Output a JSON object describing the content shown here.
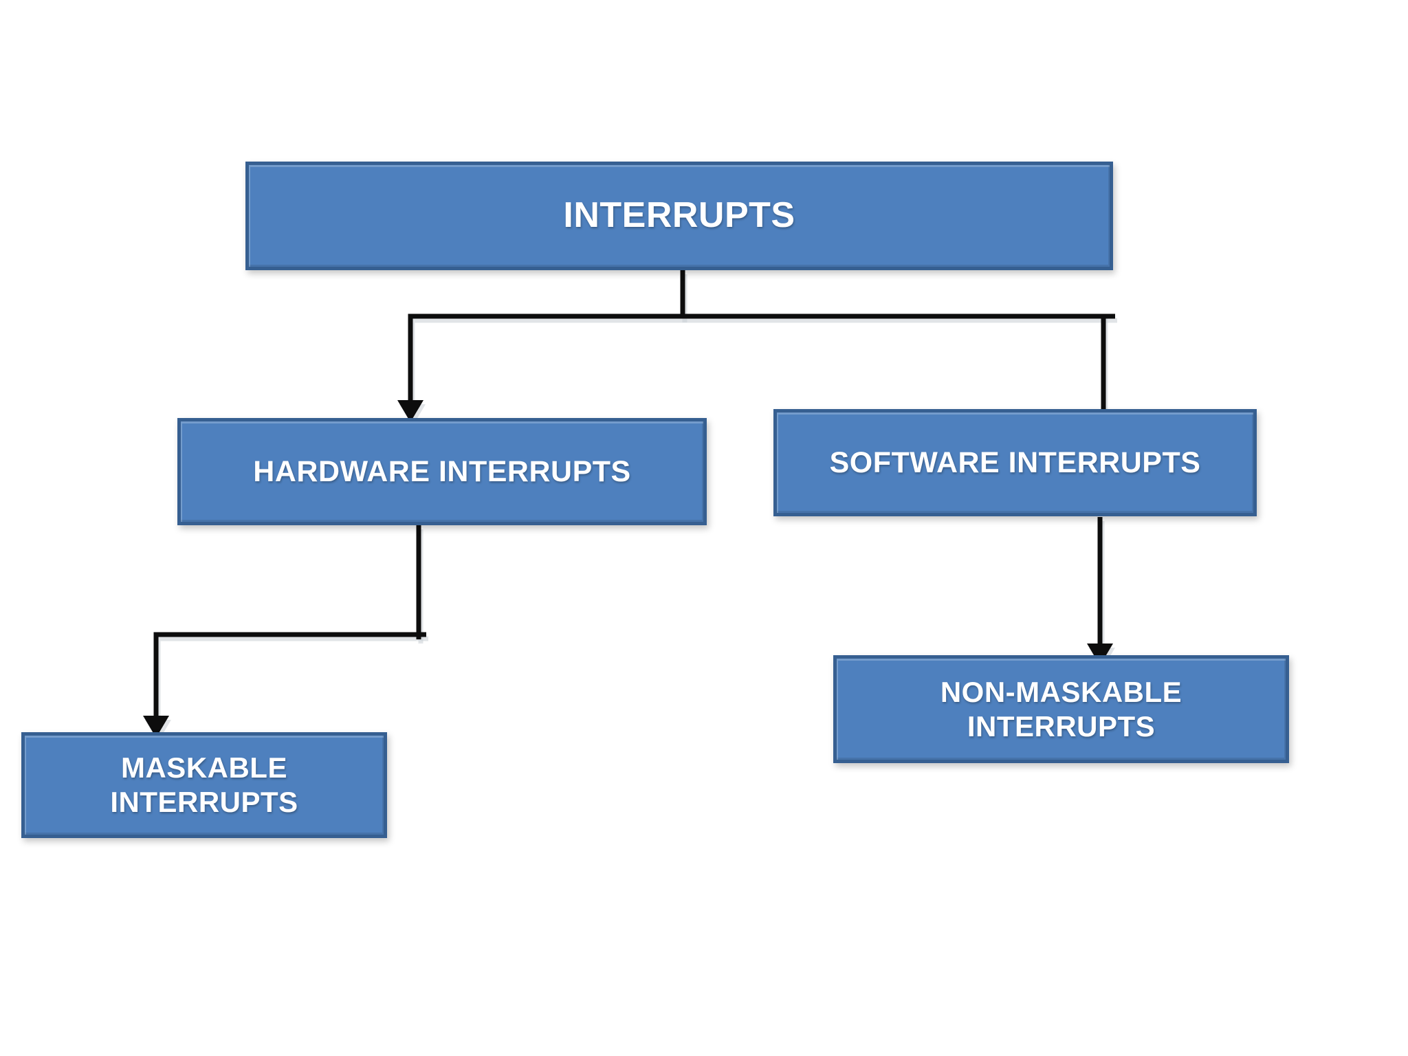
{
  "diagram": {
    "background": "#FFFFFF",
    "node_fill": "#4E80BE",
    "node_border": "#365F91",
    "node_text_color": "#FFFFFF",
    "connector_color": "#0D0D0D",
    "nodes": {
      "root": {
        "label": "INTERRUPTS"
      },
      "hardware": {
        "label": "HARDWARE INTERRUPTS"
      },
      "software": {
        "label": "SOFTWARE INTERRUPTS"
      },
      "maskable": {
        "label": "MASKABLE\nINTERRUPTS"
      },
      "non_maskable": {
        "label": "NON-MASKABLE\nINTERRUPTS"
      }
    },
    "edges": [
      {
        "from": "INTERRUPTS",
        "to": "HARDWARE INTERRUPTS"
      },
      {
        "from": "INTERRUPTS",
        "to": "SOFTWARE INTERRUPTS"
      },
      {
        "from": "HARDWARE INTERRUPTS",
        "to": "MASKABLE INTERRUPTS"
      },
      {
        "from": "SOFTWARE INTERRUPTS",
        "to": "NON-MASKABLE INTERRUPTS"
      }
    ]
  }
}
